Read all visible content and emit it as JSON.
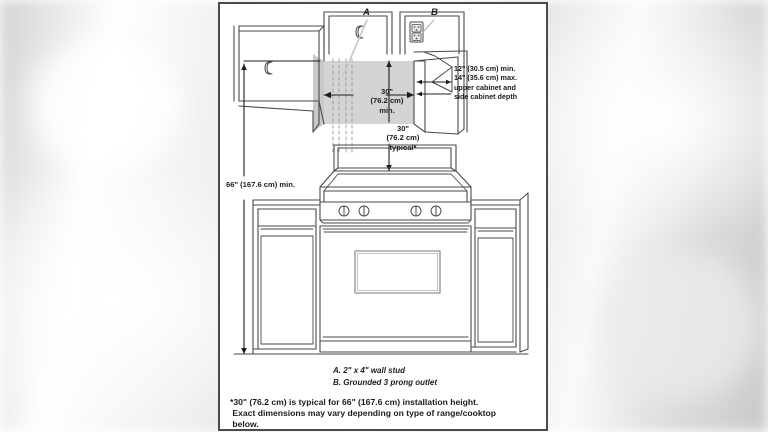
{
  "diagram": {
    "title": "Over-the-range microwave installation clearance diagram",
    "callout_letters": {
      "a": "A",
      "b": "B"
    },
    "dimensions": {
      "cabinet_depth_note": "12\" (30.5 cm) min.\n14\" (35.6 cm) max.\nupper cabinet and\nside cabinet depth",
      "width_min": "30\"\n(76.2 cm)\nmin.",
      "height_typical": "30\"\n(76.2 cm)\ntypical*",
      "floor_height_min": "66\" (167.6 cm) min."
    },
    "legend": "A. 2\" x 4\" wall stud\nB. Grounded 3 prong outlet",
    "footnote": "*30\" (76.2 cm) is typical for 66\" (167.6 cm) installation height.\n Exact dimensions may vary depending on type of range/cooktop\n below.",
    "elements": {
      "wall_stud_icon": "wall-stud-dashed-lines",
      "outlet_icon": "grounded-3-prong-outlet",
      "range_icon": "electric-range-with-oven",
      "upper_cabinet_left_icon": "upper-cabinet-left",
      "upper_cabinet_right_icon": "upper-cabinet-right",
      "base_cabinet_left_icon": "base-cabinet-left",
      "base_cabinet_right_icon": "base-cabinet-right",
      "knob_count": 4
    },
    "colors": {
      "line": "#4a4a4a",
      "wall_fill": "#d4d4d4",
      "frame_border": "#4a4a4a",
      "text": "#1c1c1c",
      "page_background": "#ffffff"
    }
  }
}
